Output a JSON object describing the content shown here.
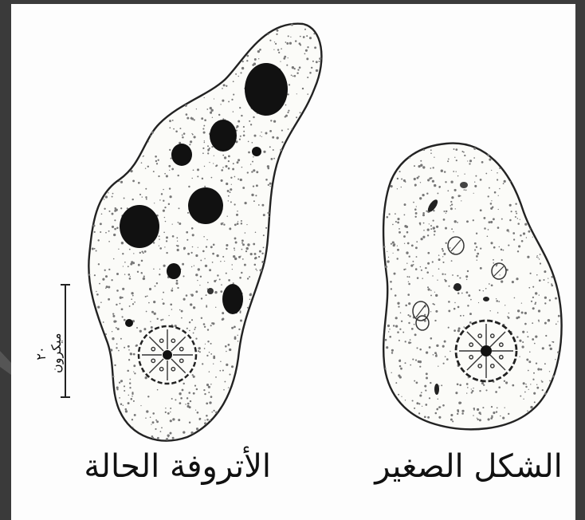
{
  "labels": {
    "left_cell": "الأتروفة الحالة",
    "right_cell": "الشكل الصغير",
    "scale": "٢٠ ميكرون"
  },
  "colors": {
    "outline": "#222222",
    "vacuole": "#111111",
    "cytoplasm_dot": "#777777",
    "background": "#fdfdfd"
  },
  "icons": {
    "large_cell": "amoeba-large-form",
    "small_cell": "amoeba-small-form",
    "scale_bar": "scale-bar"
  }
}
